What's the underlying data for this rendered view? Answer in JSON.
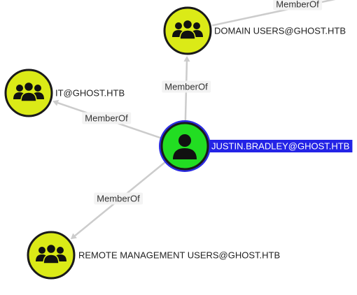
{
  "colors": {
    "group_fill": "#dbea17",
    "user_fill": "#22dd22",
    "node_stroke": "#1a1a1a",
    "selected_ring": "#2b2be0",
    "edge": "#cccccc",
    "label_bg": "#f2f2f2",
    "selected_label_bg": "#2323e6"
  },
  "nodes": [
    {
      "id": "domain_users",
      "type": "group",
      "icon": "group-icon",
      "label": "DOMAIN USERS@GHOST.HTB"
    },
    {
      "id": "it",
      "type": "group",
      "icon": "group-icon",
      "label": "IT@GHOST.HTB"
    },
    {
      "id": "justin",
      "type": "user",
      "icon": "user-icon",
      "label": "JUSTIN.BRADLEY@GHOST.HTB",
      "selected": true
    },
    {
      "id": "remote_mgmt",
      "type": "group",
      "icon": "group-icon",
      "label": "REMOTE MANAGEMENT USERS@GHOST.HTB"
    }
  ],
  "edges": [
    {
      "from": "justin",
      "to": "domain_users",
      "label": "MemberOf"
    },
    {
      "from": "justin",
      "to": "it",
      "label": "MemberOf"
    },
    {
      "from": "justin",
      "to": "remote_mgmt",
      "label": "MemberOf"
    },
    {
      "from": "domain_users",
      "to": "offscreen",
      "label": "MemberOf"
    }
  ]
}
